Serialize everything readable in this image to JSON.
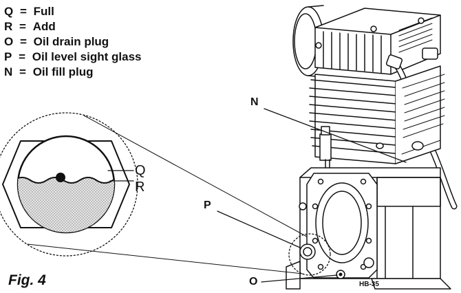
{
  "legend": [
    {
      "key": "Q",
      "sep": "=",
      "text": "Full"
    },
    {
      "key": "R",
      "sep": "=",
      "text": "Add"
    },
    {
      "key": "O",
      "sep": "=",
      "text": "Oil drain plug"
    },
    {
      "key": "P",
      "sep": "=",
      "text": "Oil level sight glass"
    },
    {
      "key": "N",
      "sep": "=",
      "text": "Oil fill plug"
    }
  ],
  "callouts": {
    "n": "N",
    "p": "P",
    "o": "O"
  },
  "inset": {
    "mark_full": "Q",
    "mark_add": "R"
  },
  "stamp": "HB-35",
  "caption": "Fig. 4",
  "colors": {
    "ink": "#111111",
    "oil_fill": "#d6d6d6",
    "background": "#ffffff"
  }
}
